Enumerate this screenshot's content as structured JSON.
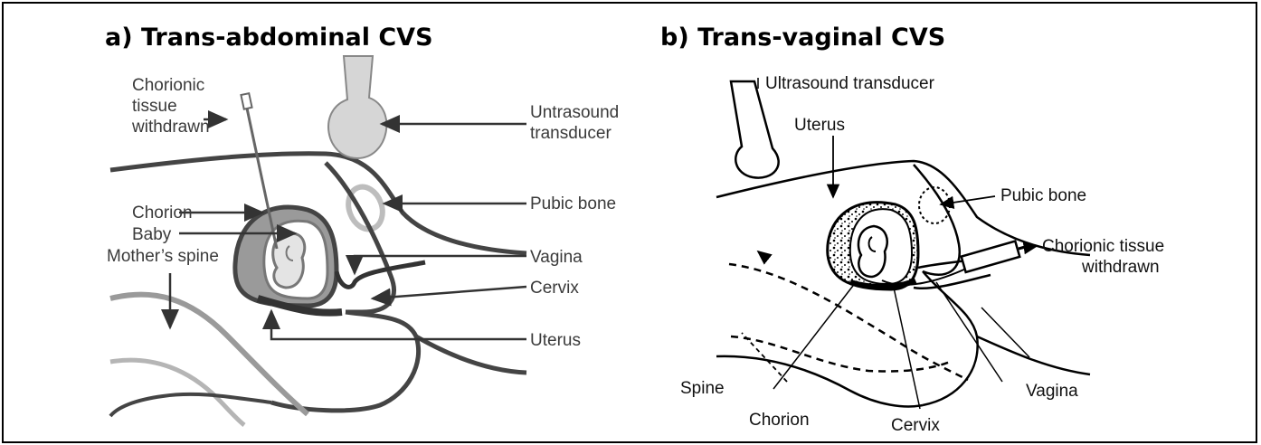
{
  "panel_a": {
    "title": "a) Trans-abdominal CVS",
    "labels": {
      "chorionic_tissue_line1": "Chorionic",
      "chorionic_tissue_line2": "tissue",
      "chorionic_tissue_line3": "withdrawn",
      "transducer_line1": "Untrasound",
      "transducer_line2": "transducer",
      "chorion": "Chorion",
      "baby": "Baby",
      "pubic_bone": "Pubic bone",
      "mothers_spine": "Mother’s spine",
      "vagina": "Vagina",
      "cervix": "Cervix",
      "uterus": "Uterus"
    }
  },
  "panel_b": {
    "title": "b) Trans-vaginal CVS",
    "labels": {
      "transducer": "Ultrasound transducer",
      "uterus": "Uterus",
      "pubic_bone": "Pubic bone",
      "chorionic_tissue_line1": "Chorionic tissue",
      "chorionic_tissue_line2": "withdrawn",
      "spine": "Spine",
      "chorion": "Chorion",
      "cervix": "Cervix",
      "vagina": "Vagina"
    }
  },
  "colors": {
    "line": "#444444",
    "tissue": "#9a9a9a",
    "bone": "#c8c8c8",
    "ink": "#000000"
  }
}
